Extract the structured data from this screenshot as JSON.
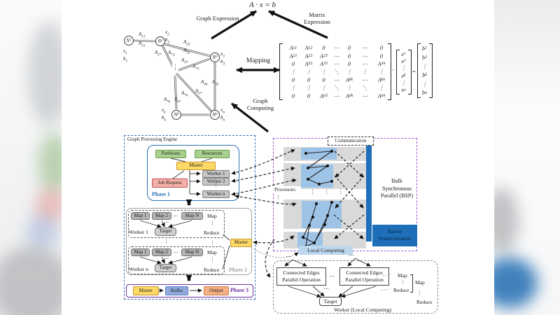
{
  "figure": {
    "equation": "A · x = b",
    "labels": {
      "graph_expression": "Graph Expression",
      "matrix_expression": "Matrix Expression",
      "mapping": "Mapping",
      "graph_computing": "Graph Computing"
    }
  },
  "symbols": {
    "hdots": "⋯",
    "vdots": "⋮",
    "pipe": "|",
    "cdot": "·",
    "equals": "="
  },
  "graph": {
    "nodes": [
      {
        "label": {
          "b": "N",
          "s": "1"
        },
        "xv": {
          "b": "x",
          "s": "1"
        },
        "bv": {
          "b": "b",
          "s": "1"
        }
      },
      {
        "label": {
          "b": "N",
          "s": "2"
        },
        "xv": {
          "b": "x",
          "s": "2"
        },
        "bv": {
          "b": "b",
          "s": "2"
        }
      },
      {
        "label": {
          "b": "N",
          "s": "3"
        },
        "xv": {
          "b": "x",
          "s": "3"
        },
        "bv": {
          "b": "b",
          "s": "3"
        }
      },
      {
        "label": {
          "b": "N",
          "s": "k"
        },
        "xv": {
          "b": "x",
          "s": "k"
        },
        "bv": {
          "b": "b",
          "s": "k"
        }
      },
      {
        "label": {
          "b": "N",
          "s": "n"
        },
        "xv": {
          "b": "x",
          "s": "n"
        },
        "bv": {
          "b": "b",
          "s": "n"
        }
      }
    ],
    "edge_labels": [
      {
        "b": "A",
        "s": "12"
      },
      {
        "b": "A",
        "s": "21"
      },
      {
        "b": "A",
        "s": "23"
      },
      {
        "b": "A",
        "s": "32"
      },
      {
        "b": "A",
        "s": "2*"
      },
      {
        "b": "A",
        "s": "*2"
      },
      {
        "b": "A",
        "s": "3*"
      },
      {
        "b": "A",
        "s": "*3"
      },
      {
        "b": "A",
        "s": "3n"
      },
      {
        "b": "A",
        "s": "n3"
      },
      {
        "b": "A",
        "s": "*n"
      },
      {
        "b": "A",
        "s": "n*"
      },
      {
        "b": "A",
        "s": "*k"
      },
      {
        "b": "A",
        "s": "k*"
      }
    ]
  },
  "matrix": {
    "cells": [
      [
        {
          "b": "A",
          "s": "11"
        },
        {
          "b": "A",
          "s": "12"
        },
        {
          "b": "0",
          "s": ""
        },
        {
          "b": "⋯",
          "s": ""
        },
        {
          "b": "0",
          "s": ""
        },
        {
          "b": "⋯",
          "s": ""
        },
        {
          "b": "0",
          "s": ""
        }
      ],
      [
        {
          "b": "A",
          "s": "21"
        },
        {
          "b": "A",
          "s": "22"
        },
        {
          "b": "A",
          "s": "23"
        },
        {
          "b": "⋯",
          "s": ""
        },
        {
          "b": "0",
          "s": ""
        },
        {
          "b": "⋯",
          "s": ""
        },
        {
          "b": "0",
          "s": ""
        }
      ],
      [
        {
          "b": "0",
          "s": ""
        },
        {
          "b": "A",
          "s": "32"
        },
        {
          "b": "A",
          "s": "33"
        },
        {
          "b": "⋯",
          "s": ""
        },
        {
          "b": "0",
          "s": ""
        },
        {
          "b": "⋯",
          "s": ""
        },
        {
          "b": "A",
          "s": "3n"
        }
      ],
      [
        {
          "b": "⋮",
          "s": ""
        },
        {
          "b": "⋮",
          "s": ""
        },
        {
          "b": "⋮",
          "s": ""
        },
        {
          "b": "⋱",
          "s": ""
        },
        {
          "b": "⋮",
          "s": ""
        },
        {
          "b": "⋮",
          "s": ""
        },
        {
          "b": "⋮",
          "s": ""
        }
      ],
      [
        {
          "b": "0",
          "s": ""
        },
        {
          "b": "0",
          "s": ""
        },
        {
          "b": "0",
          "s": ""
        },
        {
          "b": "⋯",
          "s": ""
        },
        {
          "b": "A",
          "s": "kk"
        },
        {
          "b": "⋯",
          "s": ""
        },
        {
          "b": "A",
          "s": "kn"
        }
      ],
      [
        {
          "b": "⋮",
          "s": ""
        },
        {
          "b": "⋮",
          "s": ""
        },
        {
          "b": "⋮",
          "s": ""
        },
        {
          "b": "⋱",
          "s": ""
        },
        {
          "b": "⋮",
          "s": ""
        },
        {
          "b": "⋱",
          "s": ""
        },
        {
          "b": "⋮",
          "s": ""
        }
      ],
      [
        {
          "b": "0",
          "s": ""
        },
        {
          "b": "0",
          "s": ""
        },
        {
          "b": "A",
          "s": "n3"
        },
        {
          "b": "⋯",
          "s": ""
        },
        {
          "b": "A",
          "s": "nk"
        },
        {
          "b": "⋯",
          "s": ""
        },
        {
          "b": "A",
          "s": "nn"
        }
      ]
    ],
    "x": [
      {
        "b": "x",
        "s": "1"
      },
      {
        "b": "x",
        "s": "2"
      },
      {
        "b": "⋮",
        "s": ""
      },
      {
        "b": "x",
        "s": "k"
      },
      {
        "b": "⋮",
        "s": ""
      },
      {
        "b": "x",
        "s": "n"
      }
    ],
    "b": [
      {
        "b": "b",
        "s": "1"
      },
      {
        "b": "b",
        "s": "2"
      },
      {
        "b": "⋮",
        "s": ""
      },
      {
        "b": "b",
        "s": "k"
      },
      {
        "b": "⋮",
        "s": ""
      },
      {
        "b": "b",
        "s": "n"
      }
    ]
  },
  "engine": {
    "title": "Graph Processing Engine",
    "phase1": {
      "partitions": "Partitions",
      "resources": "Resources",
      "master": "Master",
      "job_request": "Job Request",
      "workers": [
        "Worker 1",
        "Worker 2",
        "Worker n"
      ],
      "label": "Phase 1"
    },
    "phase2": {
      "top": {
        "maps": [
          "Map 1",
          "Map 2",
          "Map N"
        ],
        "worker": "Worker 1",
        "target": "Target",
        "map": "Map",
        "reduce": "Reduce"
      },
      "bottom": {
        "maps": [
          "Map 1",
          "Map 2",
          "Map N"
        ],
        "worker": "Worker n",
        "target": "Target",
        "map": "Map",
        "reduce": "Reduce"
      },
      "master": "Master",
      "label": "Phase 2"
    },
    "phase3": {
      "master": "Master",
      "kafka": "Kafka",
      "output": "Output",
      "label": "Phase 3"
    }
  },
  "bsp": {
    "communication": "Communication",
    "processors": "Processors",
    "title": "Bulk Synchronous Parallel (BSP)",
    "barrier": "Barrier Synchronization",
    "local_computing": "Local Computing"
  },
  "worker_detail": {
    "box1": "Connected Edges Parallel Operation",
    "box2": "Connected Edges Parallel Operation",
    "target": "Target",
    "caption": "Worker (Local Computing)",
    "outer": {
      "map": "Map",
      "reduce": "Reduce"
    },
    "inner": {
      "map": "Map",
      "reduce": "Reduce"
    }
  },
  "colors": {
    "phase1_blue": "#2e75b6",
    "phase2_gray": "#a6a6a6",
    "phase3_purple": "#7030a0",
    "engine_border_blue": "#4472c4",
    "bsp_border_purple": "#9b59d0",
    "green": "#a9d18e",
    "yellow": "#ffd966",
    "red": "#f5b0a8",
    "worker_gray": "#c6c6c6",
    "kafka_blue": "#8faadc",
    "output_orange": "#f4b183",
    "barrier_blue": "#1e6fb8",
    "processor_gray": "#d9d9d9",
    "compute_blue": "#9dc3e6",
    "local_label_blue": "#bdd7ee"
  }
}
